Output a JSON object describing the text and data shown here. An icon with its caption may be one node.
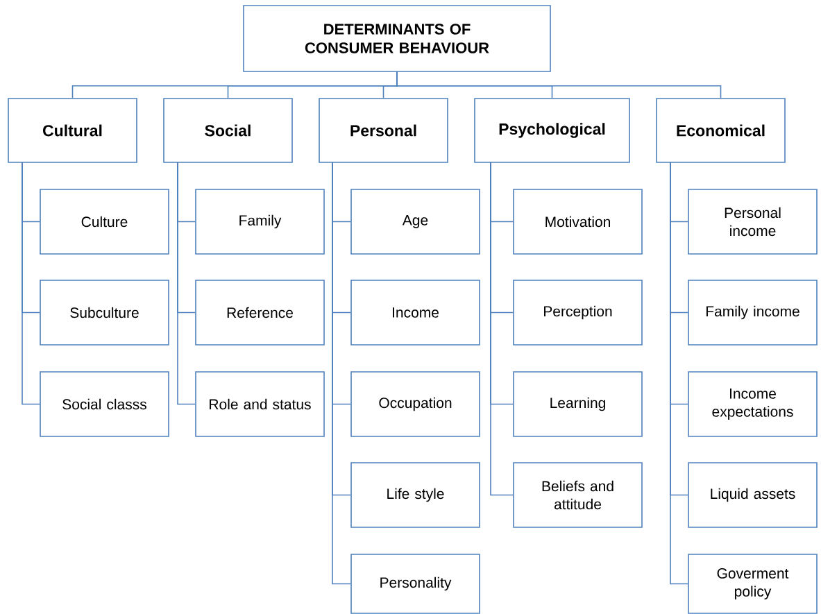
{
  "diagram": {
    "nodes": [
      {
        "text": [
          "DETERMINANTS OF CONSUMER BEHAVIOUR"
        ]
      },
      {
        "text": [
          "Cultural"
        ]
      },
      {
        "text": [
          "Social"
        ]
      },
      {
        "text": [
          "Personal"
        ]
      },
      {
        "text": [
          "Psychological"
        ]
      },
      {
        "text": [
          "Economical"
        ]
      },
      {
        "text": [
          "Culture"
        ]
      },
      {
        "text": [
          "Subculture"
        ]
      },
      {
        "text": [
          "Social classs"
        ]
      },
      {
        "text": [
          "Family"
        ]
      },
      {
        "text": [
          "Reference"
        ]
      },
      {
        "text": [
          "Role and status"
        ]
      },
      {
        "text": [
          "Age"
        ]
      },
      {
        "text": [
          "Income"
        ]
      },
      {
        "text": [
          "Occupation"
        ]
      },
      {
        "text": [
          "Life style"
        ]
      },
      {
        "text": [
          "Personality"
        ]
      },
      {
        "text": [
          "Motivation"
        ]
      },
      {
        "text": [
          "Perception"
        ]
      },
      {
        "text": [
          "Learning"
        ]
      },
      {
        "text": [
          "Beliefs and attitude"
        ]
      },
      {
        "text": [
          "Personal income"
        ]
      },
      {
        "text": [
          "Family income"
        ]
      },
      {
        "text": [
          "Income expectations"
        ]
      },
      {
        "text": [
          "Liquid assets"
        ]
      },
      {
        "text": [
          "Goverment policy"
        ]
      }
    ],
    "edges": [
      {
        "from": 0,
        "to": 1,
        "arrow": "none"
      },
      {
        "from": 0,
        "to": 2,
        "arrow": "none"
      },
      {
        "from": 0,
        "to": 3,
        "arrow": "none"
      },
      {
        "from": 0,
        "to": 4,
        "arrow": "none"
      },
      {
        "from": 0,
        "to": 5,
        "arrow": "none"
      },
      {
        "from": 1,
        "to": 6,
        "arrow": "none"
      },
      {
        "from": 1,
        "to": 7,
        "arrow": "none"
      },
      {
        "from": 1,
        "to": 8,
        "arrow": "none"
      },
      {
        "from": 2,
        "to": 9,
        "arrow": "none"
      },
      {
        "from": 2,
        "to": 10,
        "arrow": "none"
      },
      {
        "from": 2,
        "to": 11,
        "arrow": "none"
      },
      {
        "from": 3,
        "to": 12,
        "arrow": "none"
      },
      {
        "from": 3,
        "to": 13,
        "arrow": "none"
      },
      {
        "from": 3,
        "to": 14,
        "arrow": "none"
      },
      {
        "from": 3,
        "to": 15,
        "arrow": "none"
      },
      {
        "from": 3,
        "to": 16,
        "arrow": "none"
      },
      {
        "from": 4,
        "to": 17,
        "arrow": "none"
      },
      {
        "from": 4,
        "to": 18,
        "arrow": "none"
      },
      {
        "from": 4,
        "to": 19,
        "arrow": "none"
      },
      {
        "from": 4,
        "to": 20,
        "arrow": "none"
      },
      {
        "from": 5,
        "to": 21,
        "arrow": "none"
      },
      {
        "from": 5,
        "to": 22,
        "arrow": "none"
      },
      {
        "from": 5,
        "to": 23,
        "arrow": "none"
      },
      {
        "from": 5,
        "to": 24,
        "arrow": "none"
      },
      {
        "from": 5,
        "to": 25,
        "arrow": "none"
      }
    ]
  }
}
